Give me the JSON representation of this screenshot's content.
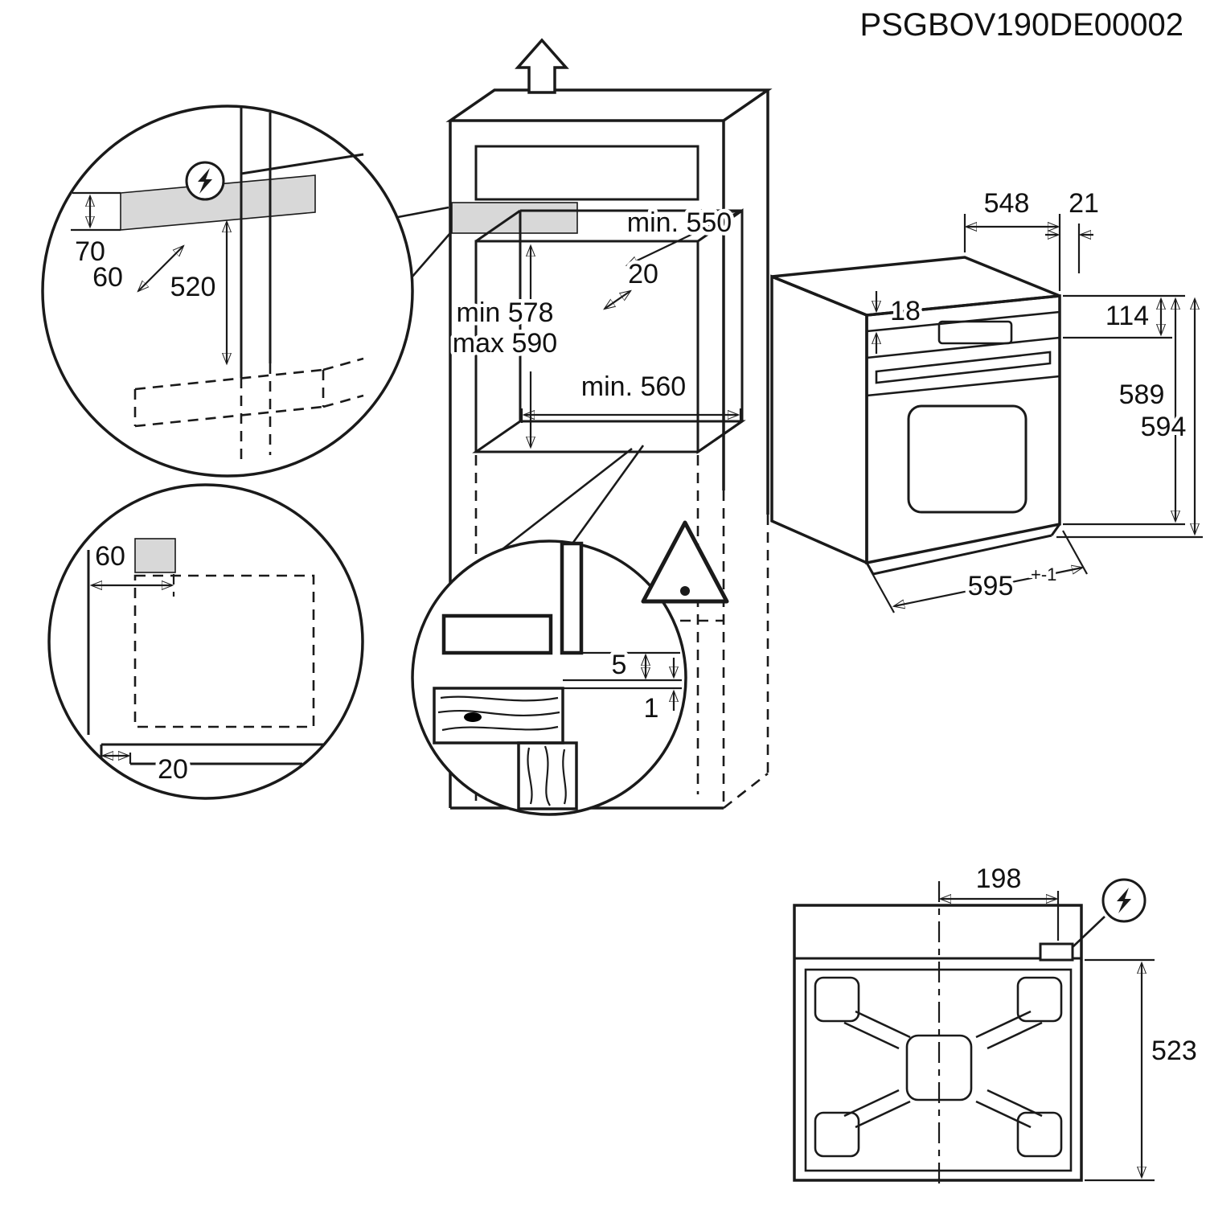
{
  "meta": {
    "title": "PSGBOV190DE00002"
  },
  "colors": {
    "line": "#1a1a1a",
    "highlight_gray": "#d8d8d8",
    "background": "#ffffff"
  },
  "icons": {
    "electrical": "lightning-bolt-in-circle",
    "warning": "warning-triangle-exclamation",
    "direction": "up-block-arrow"
  },
  "main_cabinet": {
    "min550": "min. 550",
    "d20": "20",
    "min578": "min 578",
    "max590": "max 590",
    "min560": "min. 560"
  },
  "detail_electrical": {
    "d70": "70",
    "d60": "60",
    "d520": "520"
  },
  "detail_side": {
    "d60": "60",
    "d20": "20"
  },
  "detail_gap": {
    "d5": "5",
    "d1": "1"
  },
  "oven": {
    "d548": "548",
    "d21": "21",
    "d18": "18",
    "d114": "114",
    "d589": "589",
    "d594": "594",
    "d595": "595",
    "tol": "+-1"
  },
  "back_view": {
    "d198": "198",
    "d523": "523"
  }
}
